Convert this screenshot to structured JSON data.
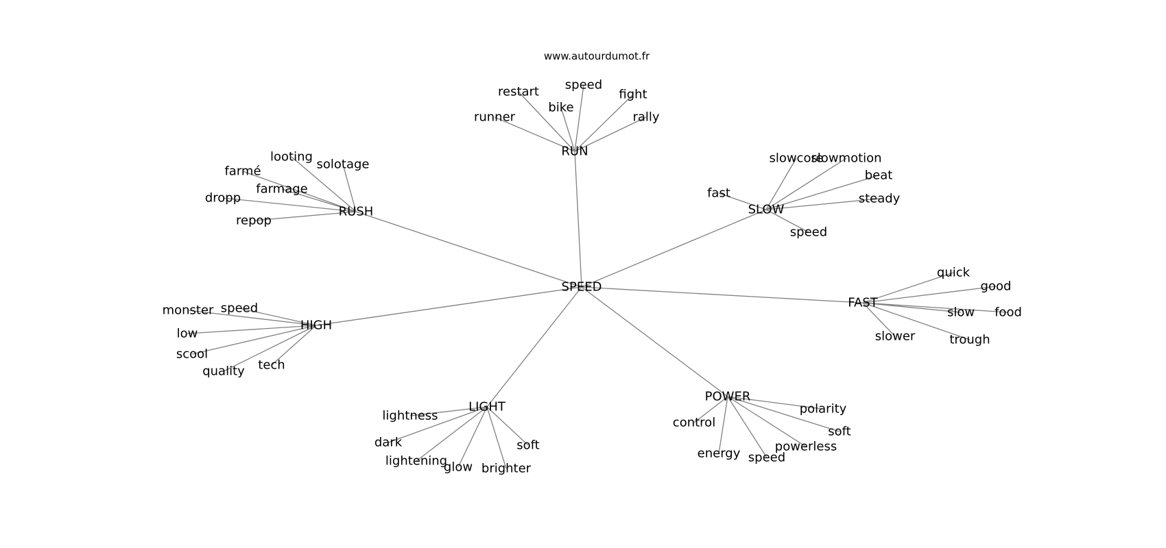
{
  "source_label": "www.autourdumot.fr",
  "diagram": {
    "center": "SPEED",
    "clusters": [
      {
        "hub": "RUN",
        "words": [
          "restart",
          "speed",
          "bike",
          "fight",
          "runner",
          "rally"
        ]
      },
      {
        "hub": "RUSH",
        "words": [
          "looting",
          "farmé",
          "solotage",
          "farmage",
          "dropp",
          "repop"
        ]
      },
      {
        "hub": "SLOW",
        "words": [
          "slowcore",
          "slowmotion",
          "beat",
          "fast",
          "steady",
          "speed"
        ]
      },
      {
        "hub": "FAST",
        "words": [
          "quick",
          "good",
          "slow",
          "food",
          "slower",
          "trough"
        ]
      },
      {
        "hub": "HIGH",
        "words": [
          "monster",
          "speed",
          "low",
          "scool",
          "quality",
          "tech"
        ]
      },
      {
        "hub": "LIGHT",
        "words": [
          "lightness",
          "dark",
          "lightening",
          "glow",
          "brighter",
          "soft"
        ]
      },
      {
        "hub": "POWER",
        "words": [
          "polarity",
          "control",
          "soft",
          "powerless",
          "energy",
          "speed"
        ]
      }
    ]
  }
}
